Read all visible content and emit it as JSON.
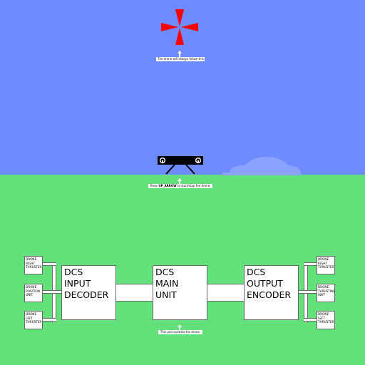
{
  "colors": {
    "sky": "#6e8bff",
    "ground": "#63e07a",
    "target": "#ff0000",
    "drone": "#000000"
  },
  "target": {
    "icon": "target-crosshair-icon",
    "tip": "The drone will always follow this."
  },
  "drone": {
    "icon": "drone-icon",
    "tip_prefix": "Press ",
    "tip_key": "UP_ARROW",
    "tip_suffix": " to start/stop the drone."
  },
  "dcs": {
    "input_decoder": [
      "DCS",
      "INPUT",
      "DECODER"
    ],
    "main_unit": [
      "DCS",
      "MAIN",
      "UNIT"
    ],
    "output_encoder": [
      "DCS",
      "OUTPUT",
      "ENCODER"
    ],
    "main_tip": "This unit controls the drone."
  },
  "inputs": [
    [
      "DRONE",
      "RIGHT",
      "THRUSTER"
    ],
    [
      "DRONE",
      "POSITION",
      "UNIT"
    ],
    [
      "DRONE",
      "LEFT",
      "THRUSTER"
    ]
  ],
  "outputs": [
    [
      "DRONE",
      "RIGHT",
      "THRUSTER"
    ],
    [
      "DRONE",
      "THRUSTING",
      "UNIT"
    ],
    [
      "DRONE",
      "LEFT",
      "THRUSTER"
    ]
  ]
}
